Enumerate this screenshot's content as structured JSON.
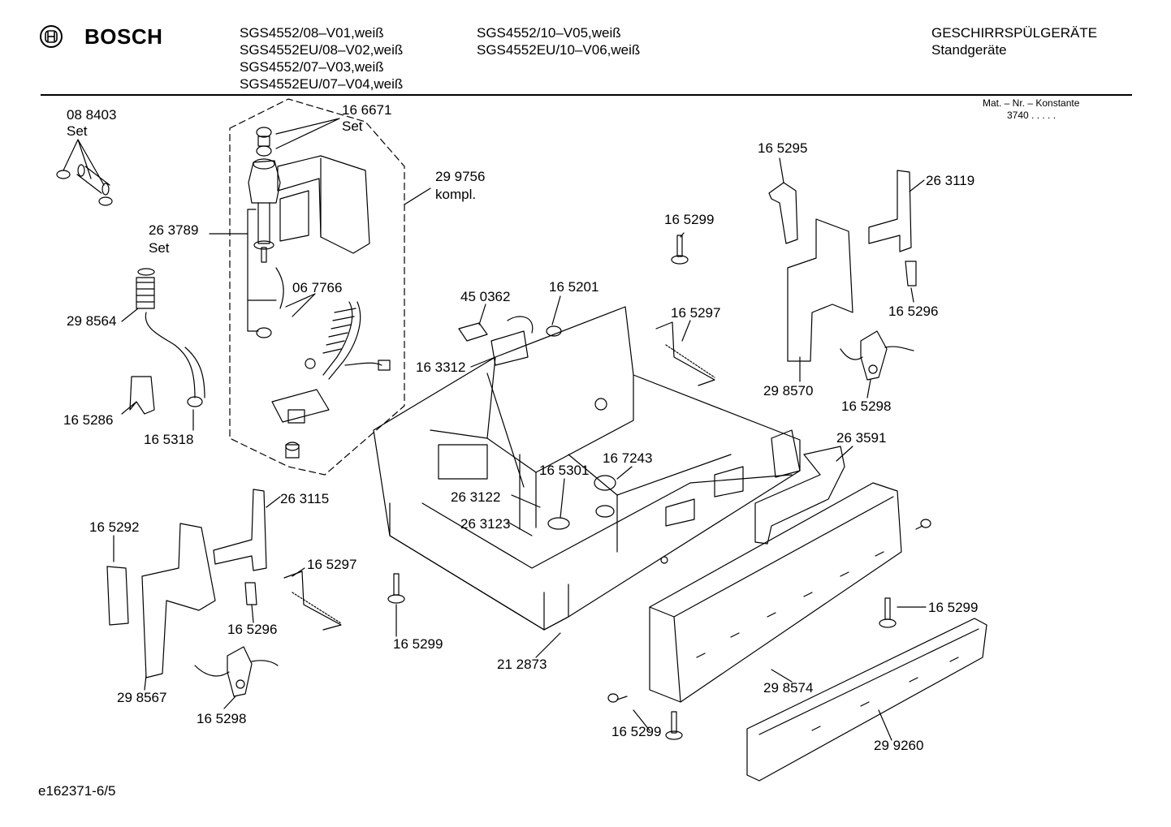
{
  "header": {
    "brand": "BOSCH",
    "models_col1": [
      "SGS4552/08–V01,weiß",
      "SGS4552EU/08–V02,weiß",
      "SGS4552/07–V03,weiß",
      "SGS4552EU/07–V04,weiß"
    ],
    "models_col2": [
      "SGS4552/10–V05,weiß",
      "SGS4552EU/10–V06,weiß"
    ],
    "category": "GESCHIRRSPÜLGERÄTE",
    "subcategory": "Standgeräte",
    "mat_label": "Mat. – Nr. – Konstante",
    "mat_value": "3740  .  .  .  .  ."
  },
  "labels": {
    "p088403": "08 8403",
    "p088403_set": "Set",
    "p166671": "16 6671",
    "p166671_set": "Set",
    "p299756": "29 9756",
    "p299756_kompl": "kompl.",
    "p263789": "26 3789",
    "p263789_set": "Set",
    "p298564": "29 8564",
    "p067766": "06 7766",
    "p165286": "16 5286",
    "p165318": "16 5318",
    "p450362": "45 0362",
    "p165201": "16 5201",
    "p163312": "16 3312",
    "p165299_a": "16 5299",
    "p165297_a": "16 5297",
    "p165295": "16 5295",
    "p263119": "26 3119",
    "p165296_a": "16 5296",
    "p298570": "29 8570",
    "p165298_a": "16 5298",
    "p263591": "26 3591",
    "p167243": "16 7243",
    "p165301": "16 5301",
    "p263122": "26 3122",
    "p263123": "26 3123",
    "p263115": "26 3115",
    "p165292": "16 5292",
    "p165297_b": "16 5297",
    "p165296_b": "16 5296",
    "p165299_b": "16 5299",
    "p212873": "21 2873",
    "p298567": "29 8567",
    "p165298_b": "16 5298",
    "p165299_c": "16 5299",
    "p298574": "29 8574",
    "p165299_d": "16 5299",
    "p299260": "29 9260"
  },
  "footer": {
    "diagram_id": "e162371-6/5"
  }
}
